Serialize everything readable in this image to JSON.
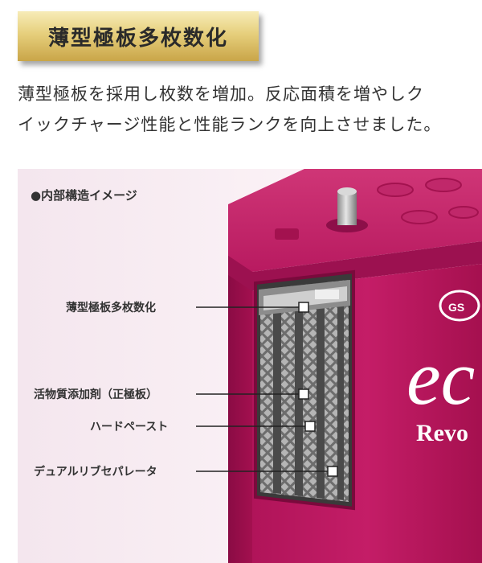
{
  "header": {
    "title": "薄型極板多枚数化"
  },
  "intro": {
    "line1": "薄型極板を採用し枚数を増加。反応面積を増やしク",
    "line2": "イックチャージ性能と性能ランクを向上させました。"
  },
  "figure": {
    "caption": "●内部構造イメージ",
    "labels": [
      "薄型極板多枚数化",
      "活物質添加剤（正極板）",
      "ハードペースト",
      "デュアルリブセパレータ"
    ],
    "brand_mark": "GS",
    "brand_logo": "ec",
    "brand_word": "Revo"
  },
  "colors": {
    "battery": "#b8155f",
    "battery_dark": "#8e0d48",
    "gold": "#d9bb62"
  }
}
